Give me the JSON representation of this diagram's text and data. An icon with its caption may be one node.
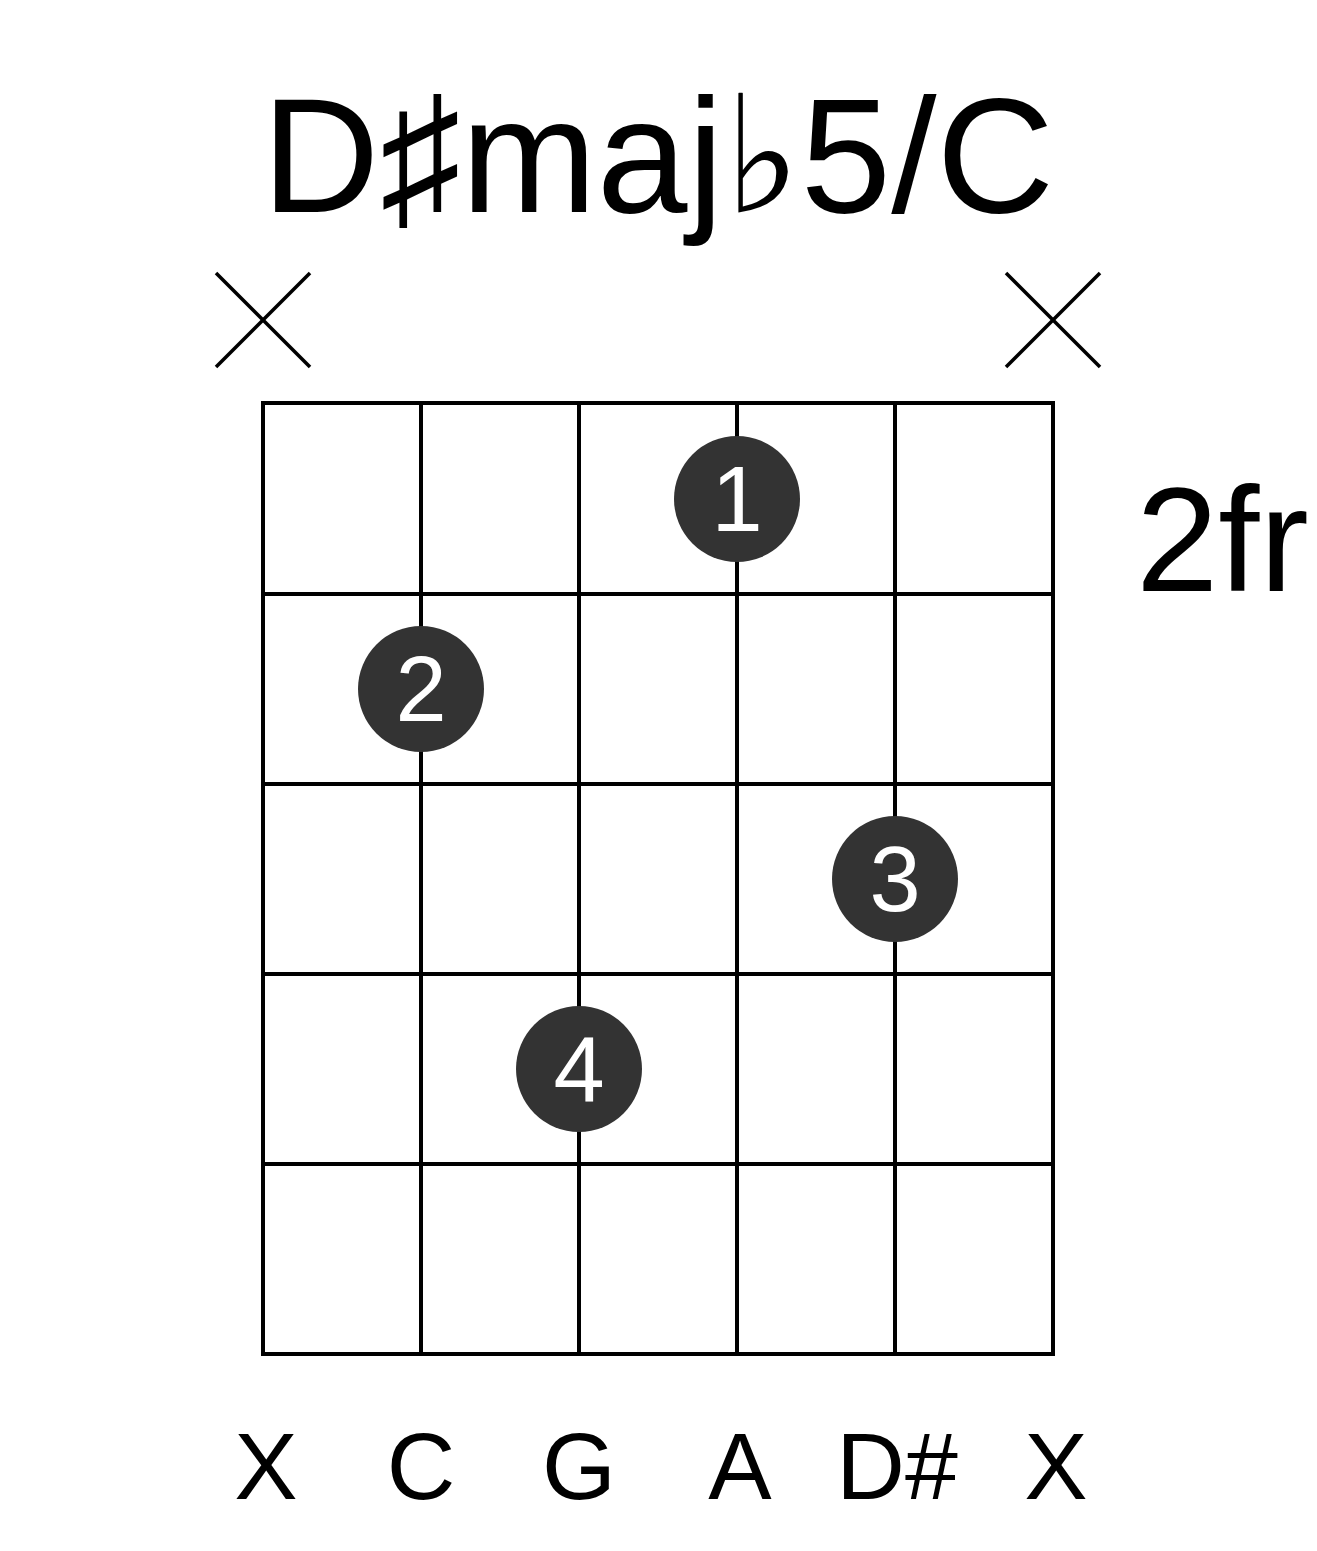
{
  "diagram": {
    "title": "D♯maj♭5/C",
    "nodes": [
      {
        "text": [
          "1"
        ]
      },
      {
        "text": [
          "2"
        ]
      },
      {
        "text": [
          "3"
        ]
      },
      {
        "text": [
          "4"
        ]
      }
    ],
    "edges": [],
    "labels": [
      "2fr",
      "X",
      "C",
      "G",
      "A",
      "D#",
      "X"
    ]
  }
}
